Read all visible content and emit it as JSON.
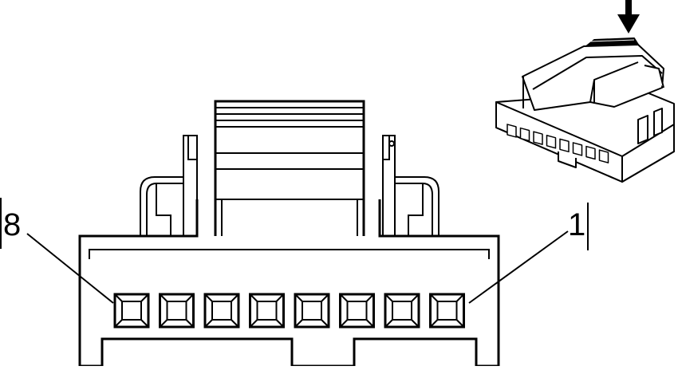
{
  "diagram": {
    "pin_labels": {
      "left": "8",
      "right": "1"
    },
    "pin_count": 8,
    "colors": {
      "stroke": "#000000",
      "background": "#ffffff"
    }
  }
}
